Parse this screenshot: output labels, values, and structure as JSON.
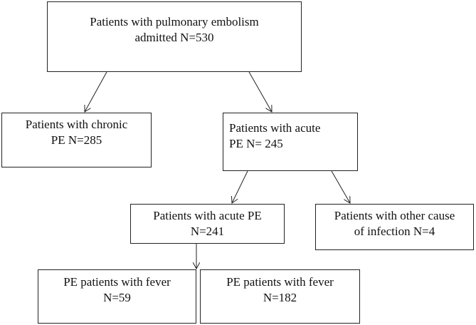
{
  "diagram": {
    "nodes": {
      "root": {
        "lines": [
          "Patients with pulmonary embolism",
          "admitted N=530"
        ]
      },
      "chronic": {
        "lines": [
          "Patients with chronic",
          "PE N=285"
        ]
      },
      "acute": {
        "lines": [
          "Patients with acute",
          "PE N= 245"
        ]
      },
      "acute_pe": {
        "lines": [
          "Patients with acute PE",
          "N=241"
        ]
      },
      "other": {
        "lines": [
          "Patients with other cause",
          "of infection N=4"
        ]
      },
      "fever_59": {
        "lines": [
          "PE patients with fever",
          "N=59"
        ]
      },
      "fever_182": {
        "lines": [
          "PE patients with fever",
          "N=182"
        ]
      }
    },
    "edges": [
      {
        "from": "root",
        "to": "chronic"
      },
      {
        "from": "root",
        "to": "acute"
      },
      {
        "from": "acute",
        "to": "acute_pe"
      },
      {
        "from": "acute",
        "to": "other"
      },
      {
        "from": "acute_pe",
        "to": "fever_59"
      }
    ],
    "colors": {
      "stroke": "#222222",
      "text": "#111111",
      "background": "#ffffff"
    }
  }
}
